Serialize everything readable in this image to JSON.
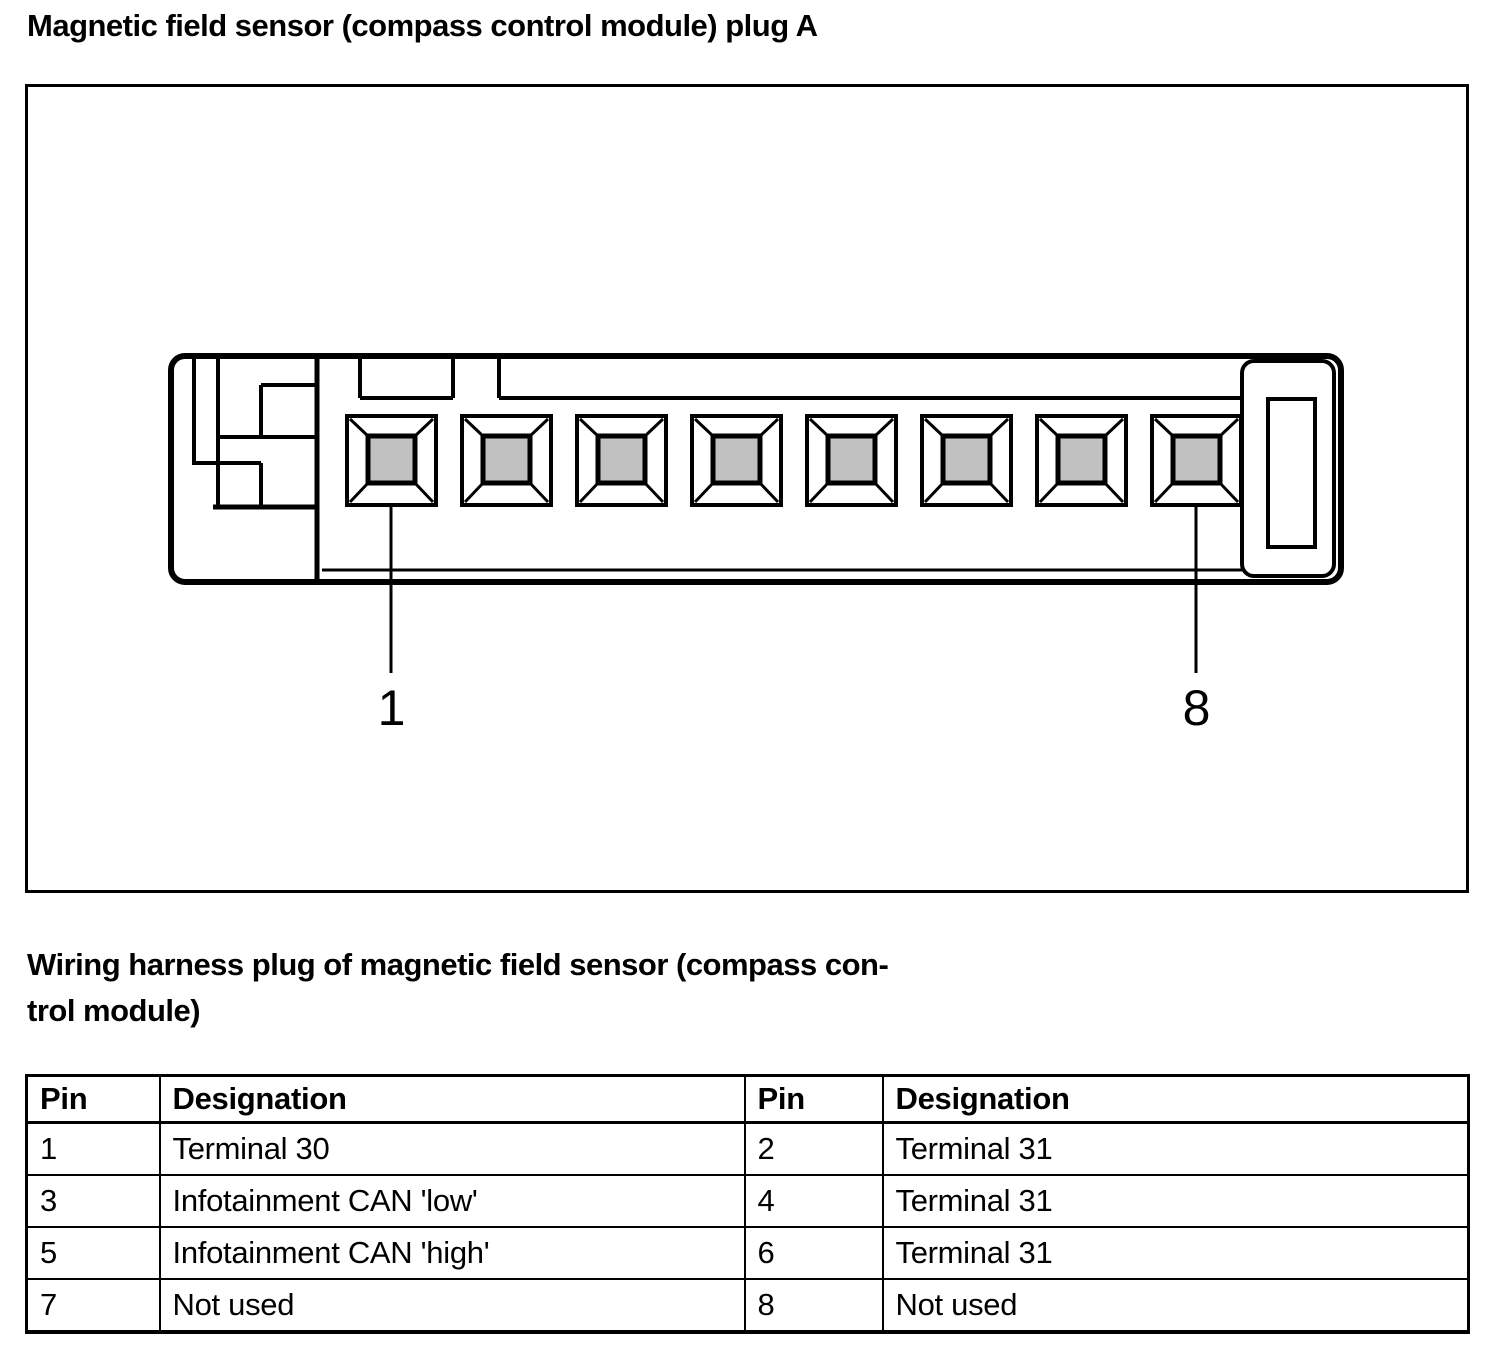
{
  "header": {
    "title": "Magnetic field sensor (compass control module) plug A"
  },
  "subtitle": {
    "line1": "Wiring harness plug of magnetic field sensor (compass con-",
    "line2": "trol module)"
  },
  "diagram": {
    "callout_first": "1",
    "callout_last": "8",
    "pin_fill_color": "#c1c1c1",
    "line_color": "#000000"
  },
  "pin_table": {
    "headers": [
      "Pin",
      "Designation",
      "Pin",
      "Designation"
    ],
    "rows": [
      [
        "1",
        "Terminal 30",
        "2",
        "Terminal 31"
      ],
      [
        "3",
        "Infotainment CAN 'low'",
        "4",
        "Terminal 31"
      ],
      [
        "5",
        "Infotainment CAN 'high'",
        "6",
        "Terminal 31"
      ],
      [
        "7",
        "Not used",
        "8",
        "Not used"
      ]
    ]
  }
}
